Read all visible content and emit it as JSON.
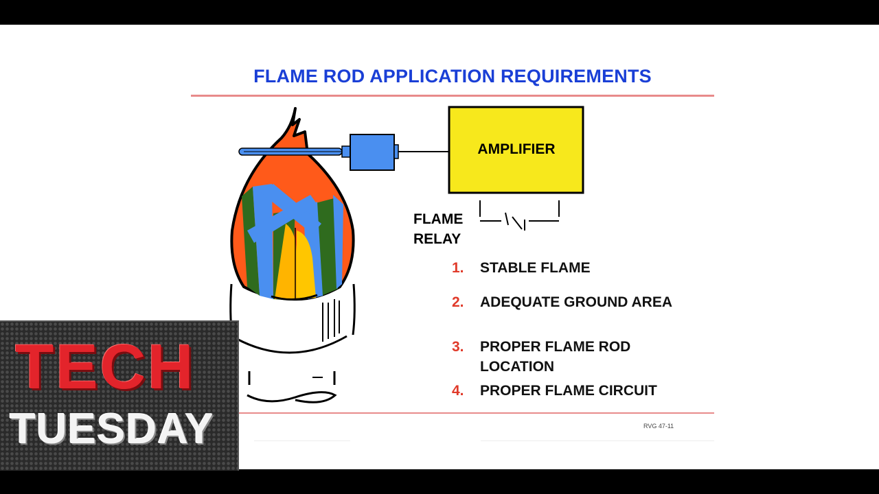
{
  "slide": {
    "title": "FLAME ROD APPLICATION REQUIREMENTS",
    "amplifier_label": "AMPLIFIER",
    "relay_label": "FLAME\nRELAY",
    "requirements": [
      {
        "number": "1.",
        "text": "STABLE FLAME"
      },
      {
        "number": "2.",
        "text": "ADEQUATE GROUND AREA"
      },
      {
        "number": "3.",
        "text": "PROPER FLAME ROD LOCATION"
      },
      {
        "number": "4.",
        "text": "PROPER FLAME CIRCUIT"
      }
    ],
    "slide_code": "RVG 47-11"
  },
  "badge": {
    "line1": "TECH",
    "line2": "TUESDAY"
  },
  "colors": {
    "title_blue": "#1a3fd6",
    "amplifier_yellow": "#f7e81c",
    "flame_orange": "#ff5a1a",
    "rod_blue": "#4a8ff0",
    "number_red": "#e03a2a",
    "tech_red": "#e3242b"
  }
}
